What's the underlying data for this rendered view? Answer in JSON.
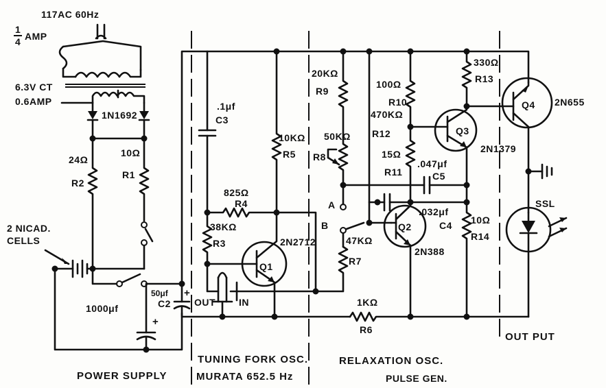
{
  "labels": {
    "ac_supply": "117AC 60Hz",
    "fuse_num": "1",
    "fuse_den": "4",
    "fuse_unit": "AMP",
    "trans_volt": "6.3V CT",
    "trans_amp": "0.6AMP",
    "diode": "1N1692",
    "r2_val": "24Ω",
    "r2": "R2",
    "r1_val": "10Ω",
    "r1": "R1",
    "cells": "2 NICAD.",
    "cells2": "CELLS",
    "c1_val": "1000μf",
    "c2_val": "50μf",
    "c2": "C2",
    "c3_val": ".1μf",
    "c3": "C3",
    "out": "OUT",
    "in": "IN",
    "r3_val": "38KΩ",
    "r3": "R3",
    "r4_val": "825Ω",
    "r4": "R4",
    "r5_val": "10KΩ",
    "r5": "R5",
    "q1": "Q1",
    "q1_type": "2N2712",
    "r9_val": "20KΩ",
    "r9": "R9",
    "r8_val": "50KΩ",
    "r8": "R8",
    "r12": "R12",
    "pt_a": "A",
    "pt_b": "B",
    "r7_val": "47KΩ",
    "r7": "R7",
    "r6_val": "1KΩ",
    "r6": "R6",
    "r10_val": "100Ω",
    "r10": "R10",
    "r12_val": "470KΩ",
    "r11_val": "15Ω",
    "r11": "R11",
    "c5_val": ".047μf",
    "c5": "C5",
    "c4_val": ".032μf",
    "c4": "C4",
    "q2": "Q2",
    "q2_type": "2N388",
    "r14_val": "10Ω",
    "r14": "R14",
    "q3": "Q3",
    "q3_type": "2N1379",
    "r13_val": "330Ω",
    "r13": "R13",
    "q4": "Q4",
    "q4_type": "2N655",
    "ssl": "SSL",
    "sec_power": "POWER SUPPLY",
    "sec_tuning": "TUNING FORK OSC.",
    "sec_murata": "MURATA 652.5 Hz",
    "sec_relax": "RELAXATION OSC.",
    "sec_pulse": "PULSE GEN.",
    "sec_output": "OUT PUT"
  }
}
